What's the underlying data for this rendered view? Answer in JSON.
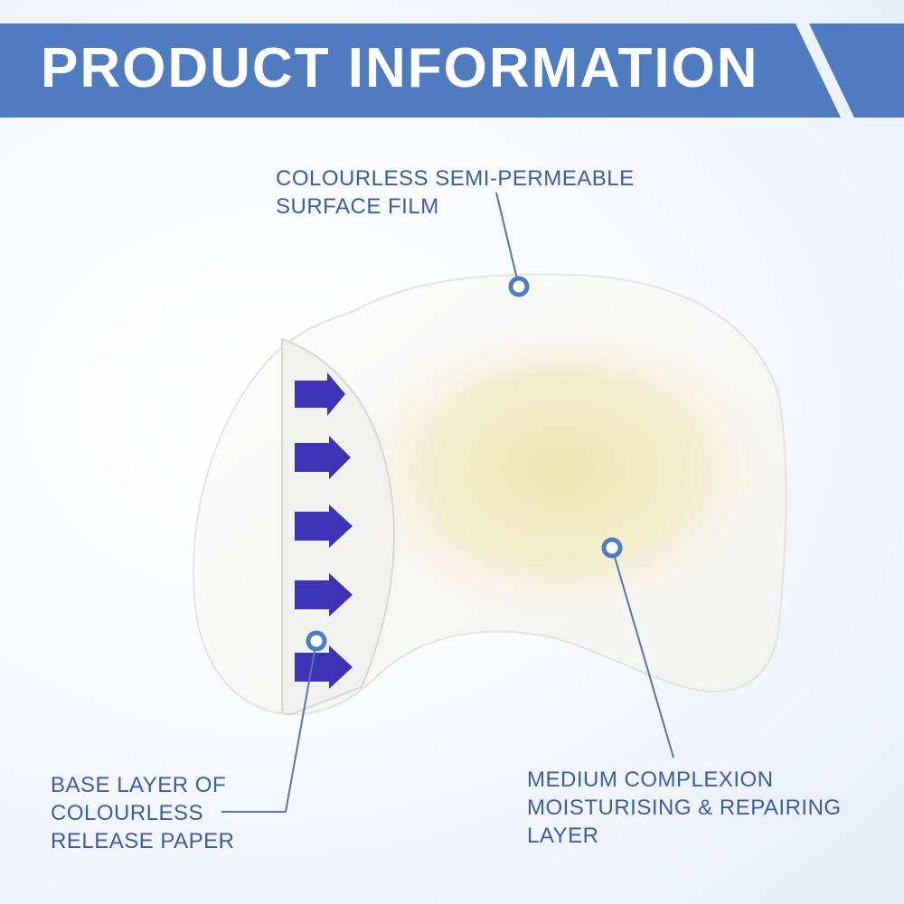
{
  "banner": {
    "title": "PRODUCT INFORMATION",
    "color": "#4f7bc1"
  },
  "labels": {
    "surface_film": {
      "line1": "COLOURLESS SEMI-PERMEABLE",
      "line2": "SURFACE FILM"
    },
    "release_paper": {
      "line1": "BASE LAYER OF",
      "line2": "COLOURLESS",
      "line3": "RELEASE PAPER"
    },
    "repair_layer": {
      "line1": "MEDIUM COMPLEXION",
      "line2": "MOISTURISING & REPAIRING",
      "line3": "LAYER"
    }
  },
  "colors": {
    "label_text": "#3a5f9e",
    "arrow": "#3f33b5",
    "gel": "#efe6b4"
  }
}
